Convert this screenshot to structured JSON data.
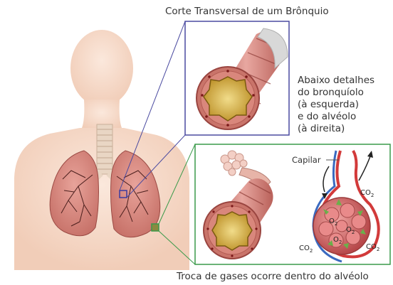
{
  "title": "Corte Transversal de um Brônquio",
  "side_note": [
    "Abaixo detalhes",
    "do bronquíolo",
    "(à esquerda)",
    "e do alvéolo",
    "(à direita)"
  ],
  "bottom_caption": "Troca de gases ocorre dentro do alvéolo",
  "capilar_label": "Capilar",
  "gases": {
    "co2": "CO",
    "co2_sub": "2",
    "o2": "O",
    "o2_sub": "2"
  },
  "colors": {
    "zoom_box_blue": "#4a4aa0",
    "zoom_box_green": "#3a9a4a",
    "skin": "#f6dccc",
    "tissue": "#c97c70",
    "lumen": "#d8b040",
    "alveolus": "#d87a7a",
    "arrow_green": "#6ab04a"
  }
}
